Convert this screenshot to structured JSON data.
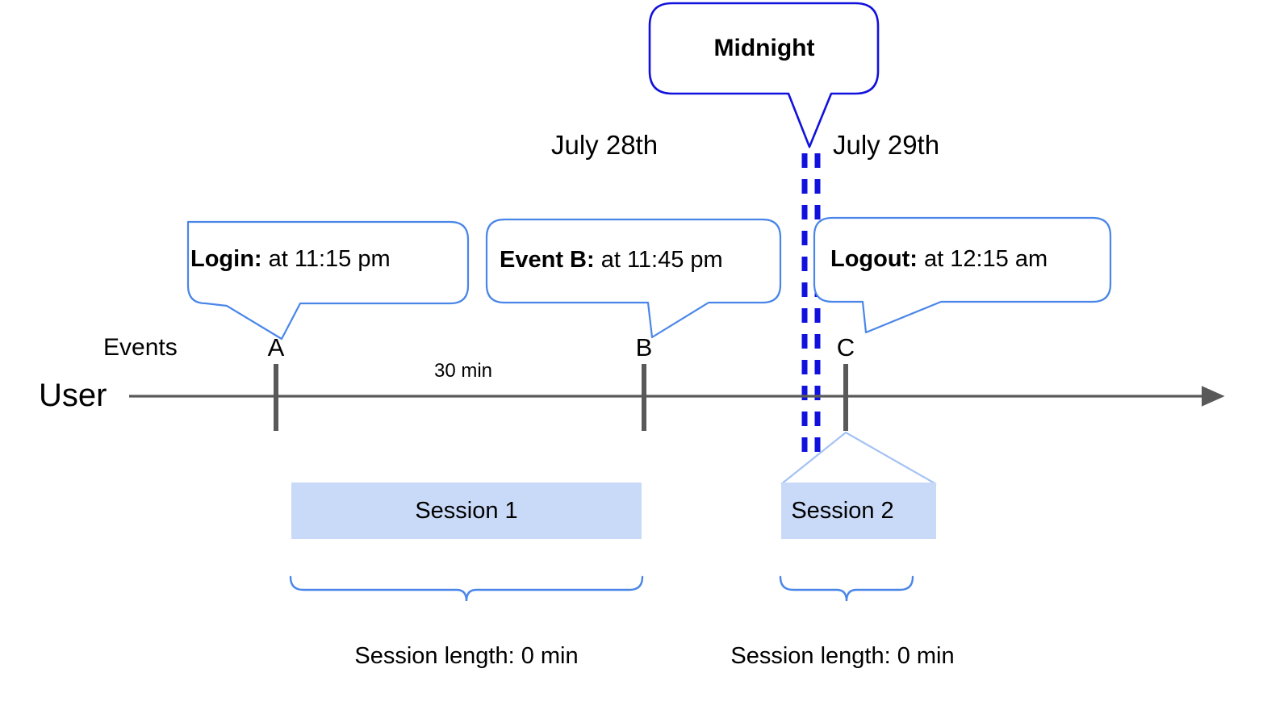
{
  "diagram": {
    "title_callout": {
      "label": "Midnight",
      "border_color": "#1111dd"
    },
    "dates": [
      {
        "label": "July 28th"
      },
      {
        "label": "July 29th"
      }
    ],
    "midnight_divider": {
      "name": "midnight-boundary",
      "color": "#1111dd",
      "style": "double-dashed"
    },
    "axis": {
      "row_label": "User",
      "events_label": "Events",
      "color": "#595959"
    },
    "events": [
      {
        "key": "A",
        "marker_label": "A",
        "callout": {
          "bold": "Login:",
          "rest": " at 11:15 pm"
        }
      },
      {
        "key": "B",
        "marker_label": "B",
        "callout": {
          "bold": "Event B:",
          "rest": " at 11:45 pm"
        }
      },
      {
        "key": "C",
        "marker_label": "C",
        "callout": {
          "bold": "Logout:",
          "rest": " at 12:15 am"
        }
      }
    ],
    "gap_label": "30 min",
    "sessions": [
      {
        "label": "Session 1",
        "fill": "#c9daf8",
        "brace_label": "Session length: 0 min"
      },
      {
        "label": "Session 2",
        "fill": "#c9daf8",
        "brace_label": "Session length: 0 min"
      }
    ],
    "colors": {
      "callout_border": "#4a86e8",
      "session_fill": "#c9daf8",
      "axis": "#595959",
      "midnight": "#1111dd"
    }
  }
}
